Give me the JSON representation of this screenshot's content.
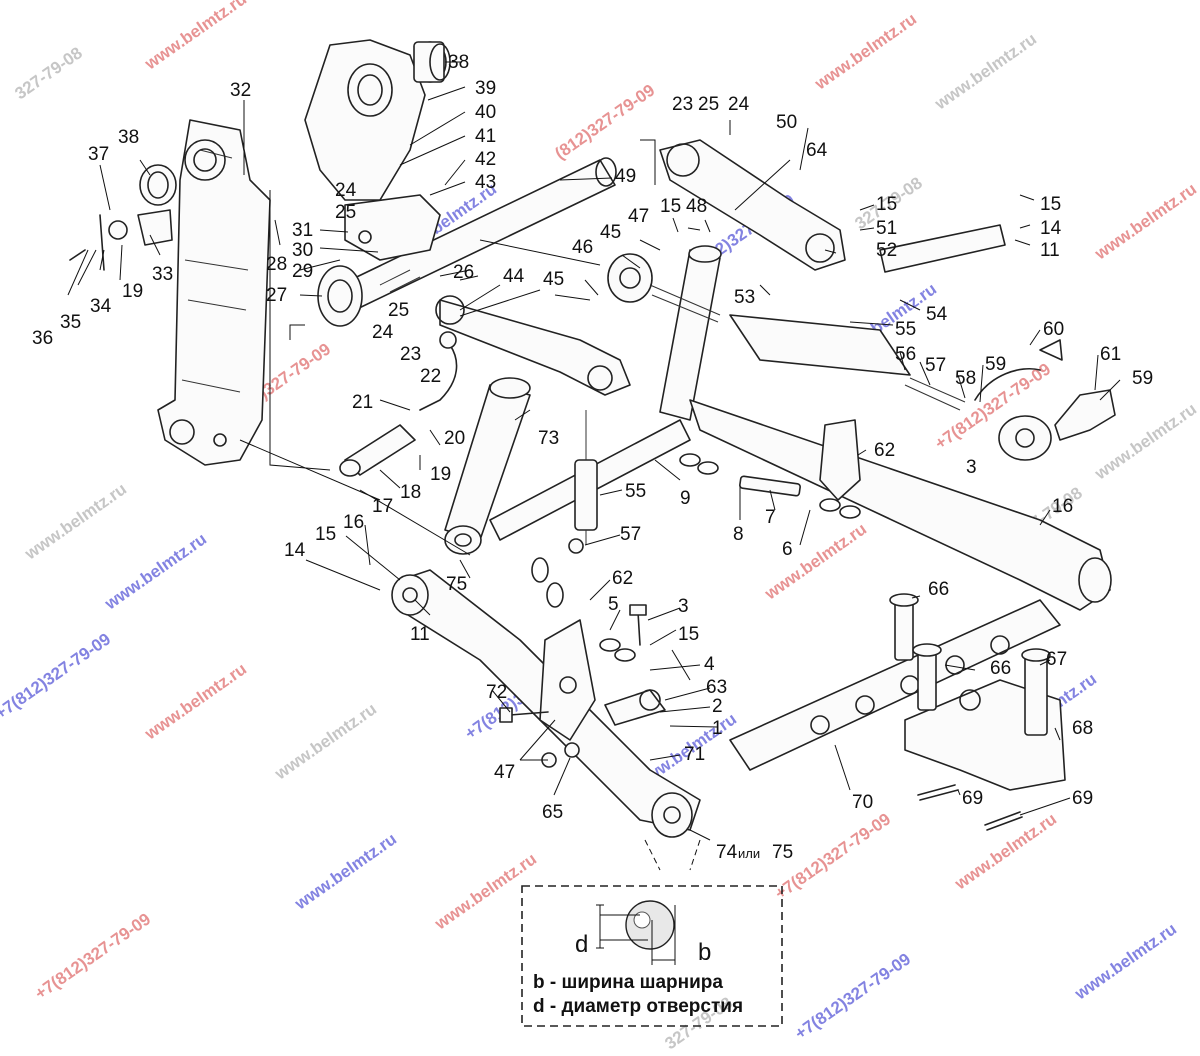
{
  "watermarks": {
    "site": "www.belmtz.ru",
    "phone_full": "+7(812)327-79-09",
    "phone_short": "(812)327-79-09",
    "phone_tail": "327-79-08"
  },
  "callouts": {
    "n1": "1",
    "n2": "2",
    "n3": "3",
    "n3b": "3",
    "n4": "4",
    "n5": "5",
    "n6": "6",
    "n7": "7",
    "n8": "8",
    "n9": "9",
    "n11": "11",
    "n11b": "11",
    "n14": "14",
    "n14b": "14",
    "n15a": "15",
    "n15b": "15",
    "n15c": "15",
    "n15d": "15",
    "n15e": "15",
    "n16": "16",
    "n16b": "16",
    "n17": "17",
    "n18": "18",
    "n19": "19",
    "n19b": "19",
    "n20": "20",
    "n21": "21",
    "n22": "22",
    "n23": "23",
    "n23b": "23",
    "n24": "24",
    "n24b": "24",
    "n24c": "24",
    "n25": "25",
    "n25b": "25",
    "n25c": "25",
    "n26": "26",
    "n27": "27",
    "n28": "28",
    "n29": "29",
    "n30": "30",
    "n31": "31",
    "n32": "32",
    "n33": "33",
    "n34": "34",
    "n35": "35",
    "n36": "36",
    "n37": "37",
    "n38": "38",
    "n38b": "38",
    "n39": "39",
    "n40": "40",
    "n41": "41",
    "n42": "42",
    "n43": "43",
    "n44": "44",
    "n45": "45",
    "n45b": "45",
    "n46": "46",
    "n47": "47",
    "n47b": "47",
    "n48": "48",
    "n49": "49",
    "n50": "50",
    "n51": "51",
    "n52": "52",
    "n53": "53",
    "n54": "54",
    "n55": "55",
    "n55b": "55",
    "n56": "56",
    "n57": "57",
    "n57b": "57",
    "n58": "58",
    "n59": "59",
    "n59b": "59",
    "n60": "60",
    "n61": "61",
    "n62": "62",
    "n62b": "62",
    "n63": "63",
    "n64": "64",
    "n65": "65",
    "n66": "66",
    "n66b": "66",
    "n67": "67",
    "n68": "68",
    "n69": "69",
    "n69b": "69",
    "n70": "70",
    "n71": "71",
    "n72": "72",
    "n73": "73",
    "n75": "75",
    "n74": "74",
    "n74_or": "или",
    "n74_75": "75"
  },
  "legend": {
    "b_symbol": "b",
    "d_symbol": "d",
    "line_b": "b - ширина шарнира",
    "line_d": "d - диаметр отверстия"
  }
}
